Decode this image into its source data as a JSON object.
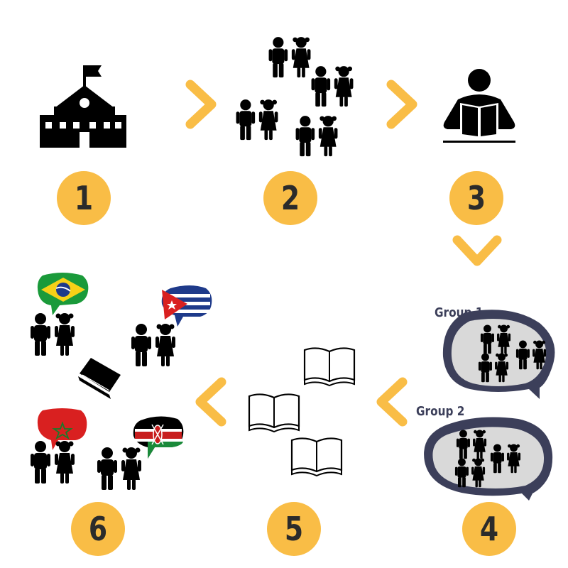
{
  "steps": [
    {
      "number": "1",
      "icon": "school-building-icon"
    },
    {
      "number": "2",
      "icon": "children-pairs-icon"
    },
    {
      "number": "3",
      "icon": "teacher-reading-icon"
    },
    {
      "number": "4",
      "icon": "group-speech-bubbles-icon"
    },
    {
      "number": "5",
      "icon": "open-books-icon"
    },
    {
      "number": "6",
      "icon": "language-flag-bubbles-icon"
    }
  ],
  "groups": {
    "group1_label": "Group 1",
    "group2_label": "Group 2"
  },
  "flags": [
    "brazil-flag-icon",
    "cuba-flag-icon",
    "morocco-flag-icon",
    "kenya-flag-icon"
  ],
  "colors": {
    "accent": "#f9bd46",
    "number_text": "#2b2b2b",
    "bubble_dark": "#3c3f5a",
    "bubble_fill": "#d9d9d9",
    "icon": "#000000"
  }
}
